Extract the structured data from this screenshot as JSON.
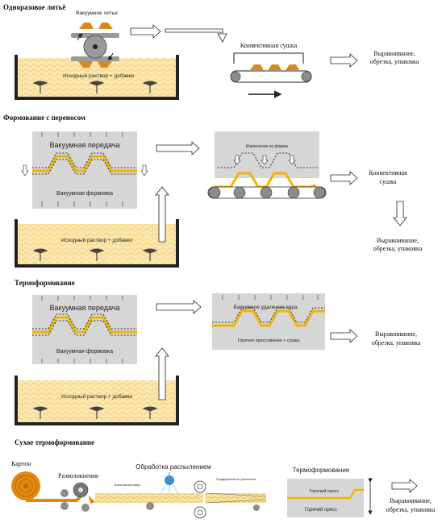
{
  "headings": {
    "s1": "Одноразовое литьё",
    "s2": "Формование с переносом",
    "s3": "Термоформование",
    "s4": "Сухое термоформование"
  },
  "s1": {
    "vacuum_casting": "Вакуумное литье",
    "pulp": "Исходный раствор + добавки",
    "convective_drying": "Конвективная сушка",
    "finish_line1": "Выравнивание,",
    "finish_line2": "обрезка, упаковка"
  },
  "s2": {
    "vacuum_transfer": "Вакуумная передача",
    "vacuum_forming": "Вакуумная формовка",
    "pulp": "Исходный раствор + добавки",
    "mold_removal": "Извлечение из формы",
    "drying_line1": "Конвективная",
    "drying_line2": "сушка",
    "finish_line1": "Выравнивание,",
    "finish_line2": "обрезка, упаковка"
  },
  "s3": {
    "vacuum_transfer": "Вакуумная передача",
    "vacuum_forming": "Вакуумная формовка",
    "pulp": "Исходный раствор + добавки",
    "vapor_removal": "Вакуумное удаление пара",
    "hot_press_dry": "Горячее прессование + сушка",
    "finish_line1": "Выравнивание,",
    "finish_line2": "обрезка, упаковка"
  },
  "s4": {
    "carton": "Картон",
    "defibration": "Разволокнение",
    "spray": "Обработка распылением",
    "fiber_web": "Волокнистый ковер",
    "precompaction": "Предварительное уплотнение",
    "thermoforming": "Термоформование",
    "hot_press_top": "Горячий пресс",
    "hot_press_bottom": "Горячий пресс",
    "finish_line1": "Выравнивание,",
    "finish_line2": "обрезка, упаковка"
  },
  "colors": {
    "pulp": "#fbe7b0",
    "accent": "#f0b400",
    "product": "#d98a1a",
    "grey_panel": "#d6d6d6",
    "roller": "#8c8c8c",
    "blue": "#3a8fd8"
  }
}
